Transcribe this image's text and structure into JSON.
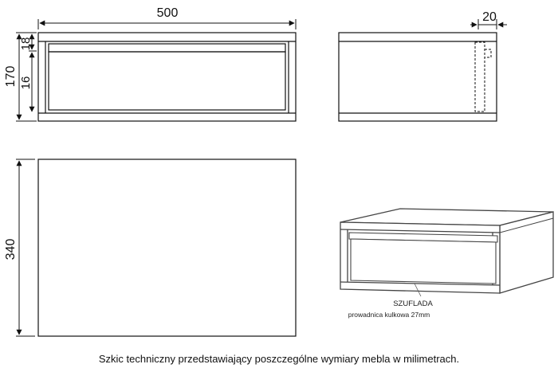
{
  "dimensions": {
    "width": "500",
    "depth": "20",
    "height": "170",
    "top_board": "18",
    "drawer_front": "16",
    "depth_plan": "340"
  },
  "annotation": {
    "part": "SZUFLADA",
    "hardware": "prowadnica kulkowa 27mm"
  },
  "caption": "Szkic techniczny przedstawiający poszczególne wymiary mebla w milimetrach.",
  "colors": {
    "line": "#111111",
    "frame": "#555555",
    "fill": "#ffffff"
  }
}
